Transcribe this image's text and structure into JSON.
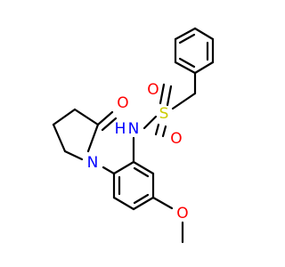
{
  "molecule": {
    "colors": {
      "bond": "#000000",
      "oxygen": "#ff0000",
      "nitrogen": "#0000ff",
      "sulfur": "#cccc00",
      "carbon": "#000000"
    },
    "atoms": {
      "o_methoxy": "O",
      "o_ketone": "O",
      "n_pyrrolidinone": "N",
      "s_sulfonyl": "S",
      "o_sulfonyl_1": "O",
      "o_sulfonyl_2": "O",
      "nh_sulfonamide": "N",
      "h_sulfonamide": "H"
    }
  }
}
